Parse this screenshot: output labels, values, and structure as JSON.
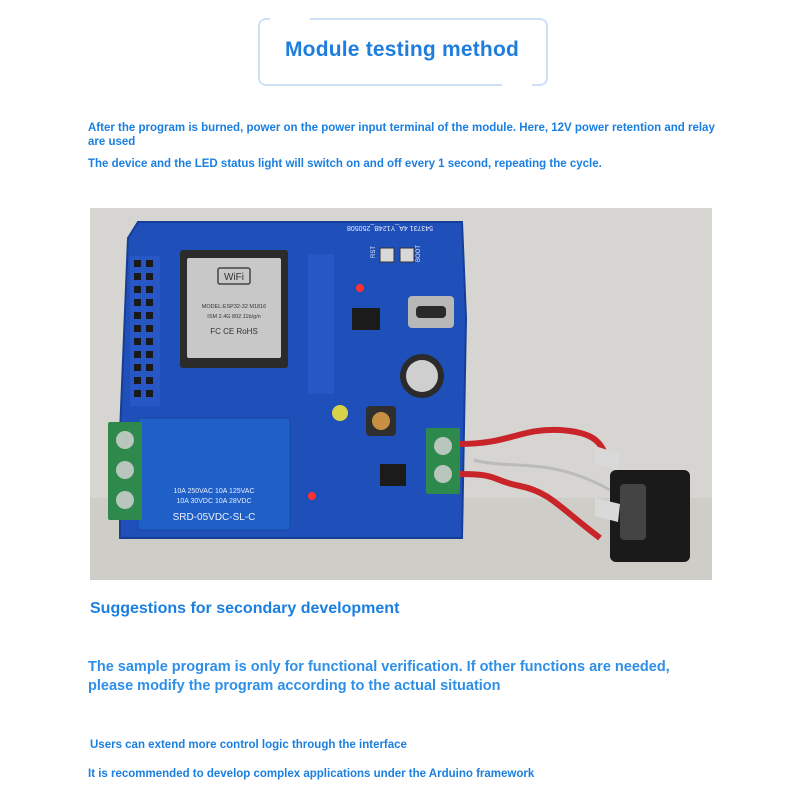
{
  "header": {
    "title": "Module testing method"
  },
  "intro": {
    "line1": "After the program is burned, power on the power input terminal of the module. Here, 12V power retention and relay are used",
    "line2": "The device and the LED status light will switch on and off every 1 second, repeating the cycle."
  },
  "photo": {
    "pcb_code": "543731 4A_Y124B_250508",
    "wifi_label": "WiFi",
    "module_model": "MODEL:ESP32-32 M1816",
    "module_band": "ISM 2.4G 802.11b/g/n",
    "module_marks": "FC CE RoHS",
    "relay_line1": "10A 250VAC 10A 125VAC",
    "relay_line2": "10A 30VDC 10A 28VDC",
    "relay_model": "SRD-05VDC-SL-C",
    "rst_label": "RST",
    "boot_label": "BOOT",
    "colors": {
      "board": "#1f4fb8",
      "relay": "#1f5fc8",
      "terminal": "#2d8a4c",
      "wire": "#c8242a"
    }
  },
  "sections": {
    "secondary_title": "Suggestions for secondary development",
    "paragraph": "The sample program is only for functional verification. If other functions are needed, please modify the program according to the actual situation",
    "note1": "Users can extend more control logic through the interface",
    "note2": "It is recommended to develop complex applications under the Arduino framework"
  }
}
